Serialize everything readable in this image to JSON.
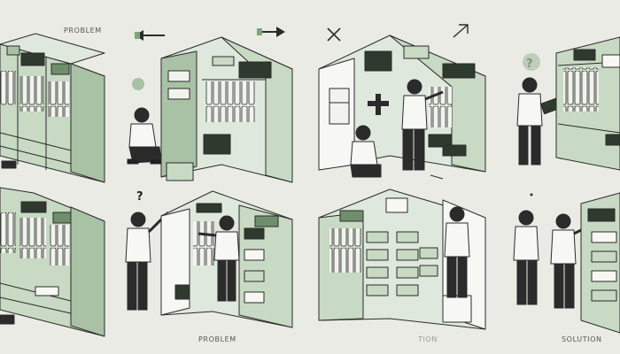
{
  "captions": {
    "top_problem": "PROBLEM",
    "bottom_problem": "PROBLEM",
    "bottom_fragment": "TION",
    "bottom_solution": "SOLUTION"
  },
  "marks": {
    "question": "?",
    "cross": "×"
  },
  "palette": {
    "background": "#ebebe6",
    "sage": "#a9c2a5",
    "sage_light": "#c8d9c4",
    "sage_dark": "#6f8f6c",
    "outline": "#2b2b2b",
    "white": "#f7f7f4",
    "shoe": "#1f1f1f"
  },
  "icons": [
    "arrow-left-icon",
    "arrow-right-icon",
    "cross-icon",
    "check-arrow-icon",
    "question-mark-icon",
    "plus-sign-icon"
  ]
}
